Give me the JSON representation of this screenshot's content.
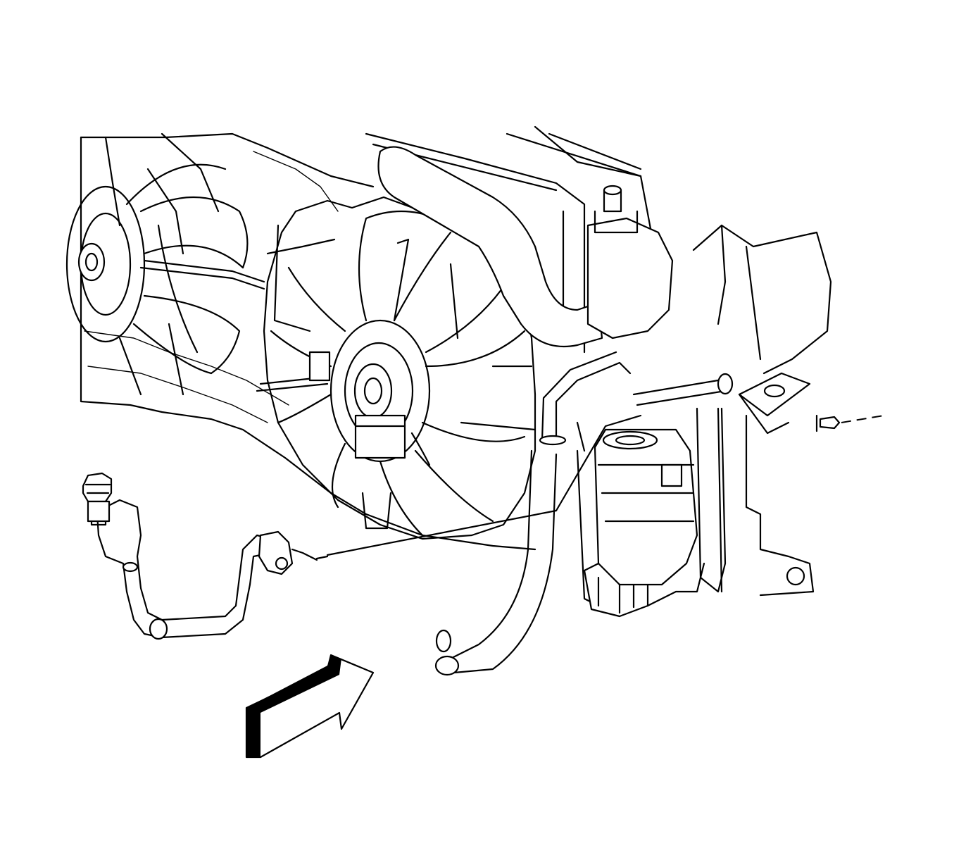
{
  "figure": {
    "components": [
      "left-cooling-fan",
      "right-cooling-fan",
      "fan-shroud",
      "radiator",
      "upper-radiator-hose",
      "lower-radiator-hose",
      "ac-refrigerant-line",
      "ac-pressure-sensor",
      "receiver-dehydrator",
      "mounting-bracket",
      "bracket-bolt",
      "view-arrow"
    ],
    "colors": {
      "line": "#000000",
      "background": "#ffffff"
    }
  }
}
